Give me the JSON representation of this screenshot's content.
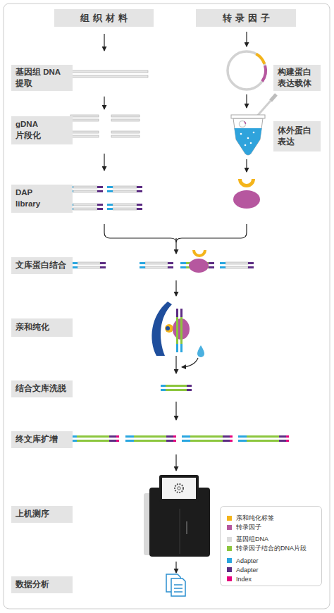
{
  "diagram": {
    "nodes": [
      {
        "text": [
          "组织材料"
        ]
      },
      {
        "text": [
          "转录因子"
        ]
      },
      {
        "text": [
          "基因组 DNA提取"
        ]
      },
      {
        "text": [
          "构建蛋白 表达载体"
        ]
      },
      {
        "text": [
          "gDNA 片段化"
        ]
      },
      {
        "text": [
          "体外蛋白 表达"
        ]
      },
      {
        "text": [
          "DAP library"
        ]
      },
      {
        "text": [
          "文库蛋白结合"
        ]
      },
      {
        "text": [
          "亲和纯化"
        ]
      },
      {
        "text": [
          "结合文库洗脱"
        ]
      },
      {
        "text": [
          "终文库扩增"
        ]
      },
      {
        "text": [
          "上机测序"
        ]
      },
      {
        "text": [
          "数据分析"
        ]
      }
    ],
    "legend": [
      {
        "text": "亲和纯化标签",
        "color": "#f4b41a"
      },
      {
        "text": "转录因子",
        "color": "#b6579f"
      },
      {
        "text": "基因组DNA",
        "color": "#dcdcdc"
      },
      {
        "text": "转录因子结合的DNA片段",
        "color": "#8cc63e"
      },
      {
        "text": "Adapter",
        "color": "#2aa6df"
      },
      {
        "text": "Adapter",
        "color": "#5c2d83"
      },
      {
        "text": "Index",
        "color": "#e5007d"
      }
    ]
  }
}
